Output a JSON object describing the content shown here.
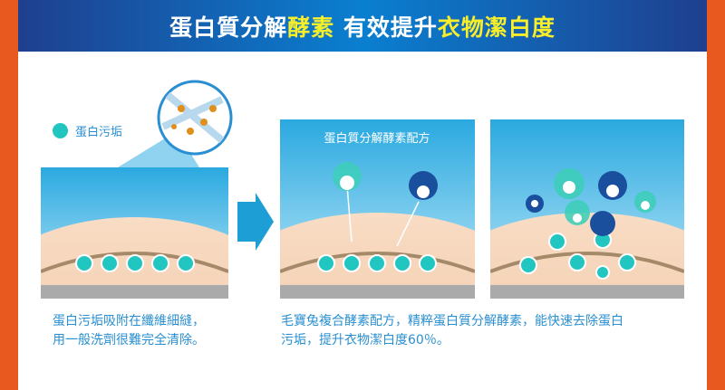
{
  "header": {
    "title_part1": "蛋白質分解",
    "title_part2": "酵素",
    "title_part3": " 有效提升",
    "title_part4": "衣物潔白度"
  },
  "legend": {
    "label": "蛋白污垢"
  },
  "panel2": {
    "label": "蛋白質分解酵素配方"
  },
  "captions": {
    "left_line1": "蛋白污垢吸附在纖維細縫，",
    "left_line2": "用一般洗劑很難完全清除。",
    "right_line1": "毛寶兔複合酵素配方，精粹蛋白質分解酵素，能快速去除蛋白",
    "right_line2": "污垢，提升衣物潔白度60％。"
  },
  "colors": {
    "orange": "#e8591f",
    "blue": "#0a7fd0",
    "yellow": "#f8ef2a",
    "teal": "#22c6c0"
  }
}
